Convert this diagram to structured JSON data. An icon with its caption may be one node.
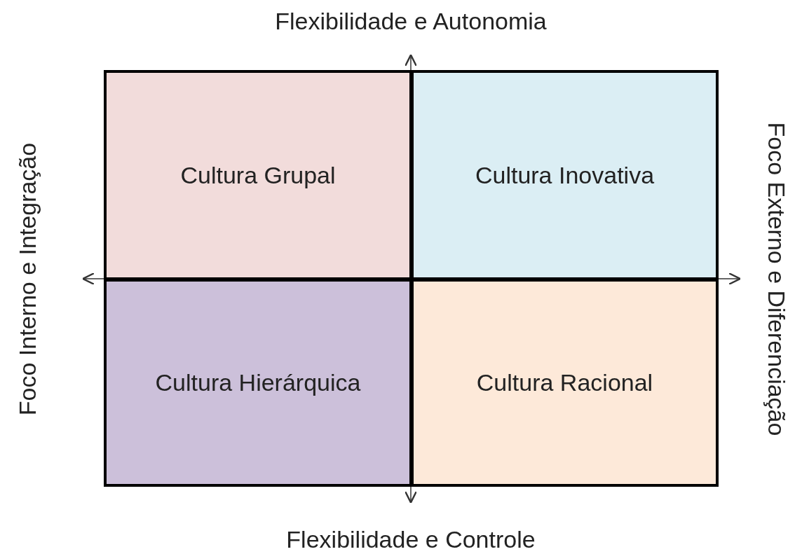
{
  "diagram": {
    "nodes": [
      {
        "text": [
          "Cultura Grupal"
        ]
      },
      {
        "text": [
          "Cultura Inovativa"
        ]
      },
      {
        "text": [
          "Cultura Hierárquica"
        ]
      },
      {
        "text": [
          "Cultura Racional"
        ]
      }
    ],
    "labels": [
      "Flexibilidade e Autonomia",
      "Foco Interno e Integração",
      "Foco Externo e Diferenciação",
      "Flexibilidade e Controle"
    ]
  }
}
